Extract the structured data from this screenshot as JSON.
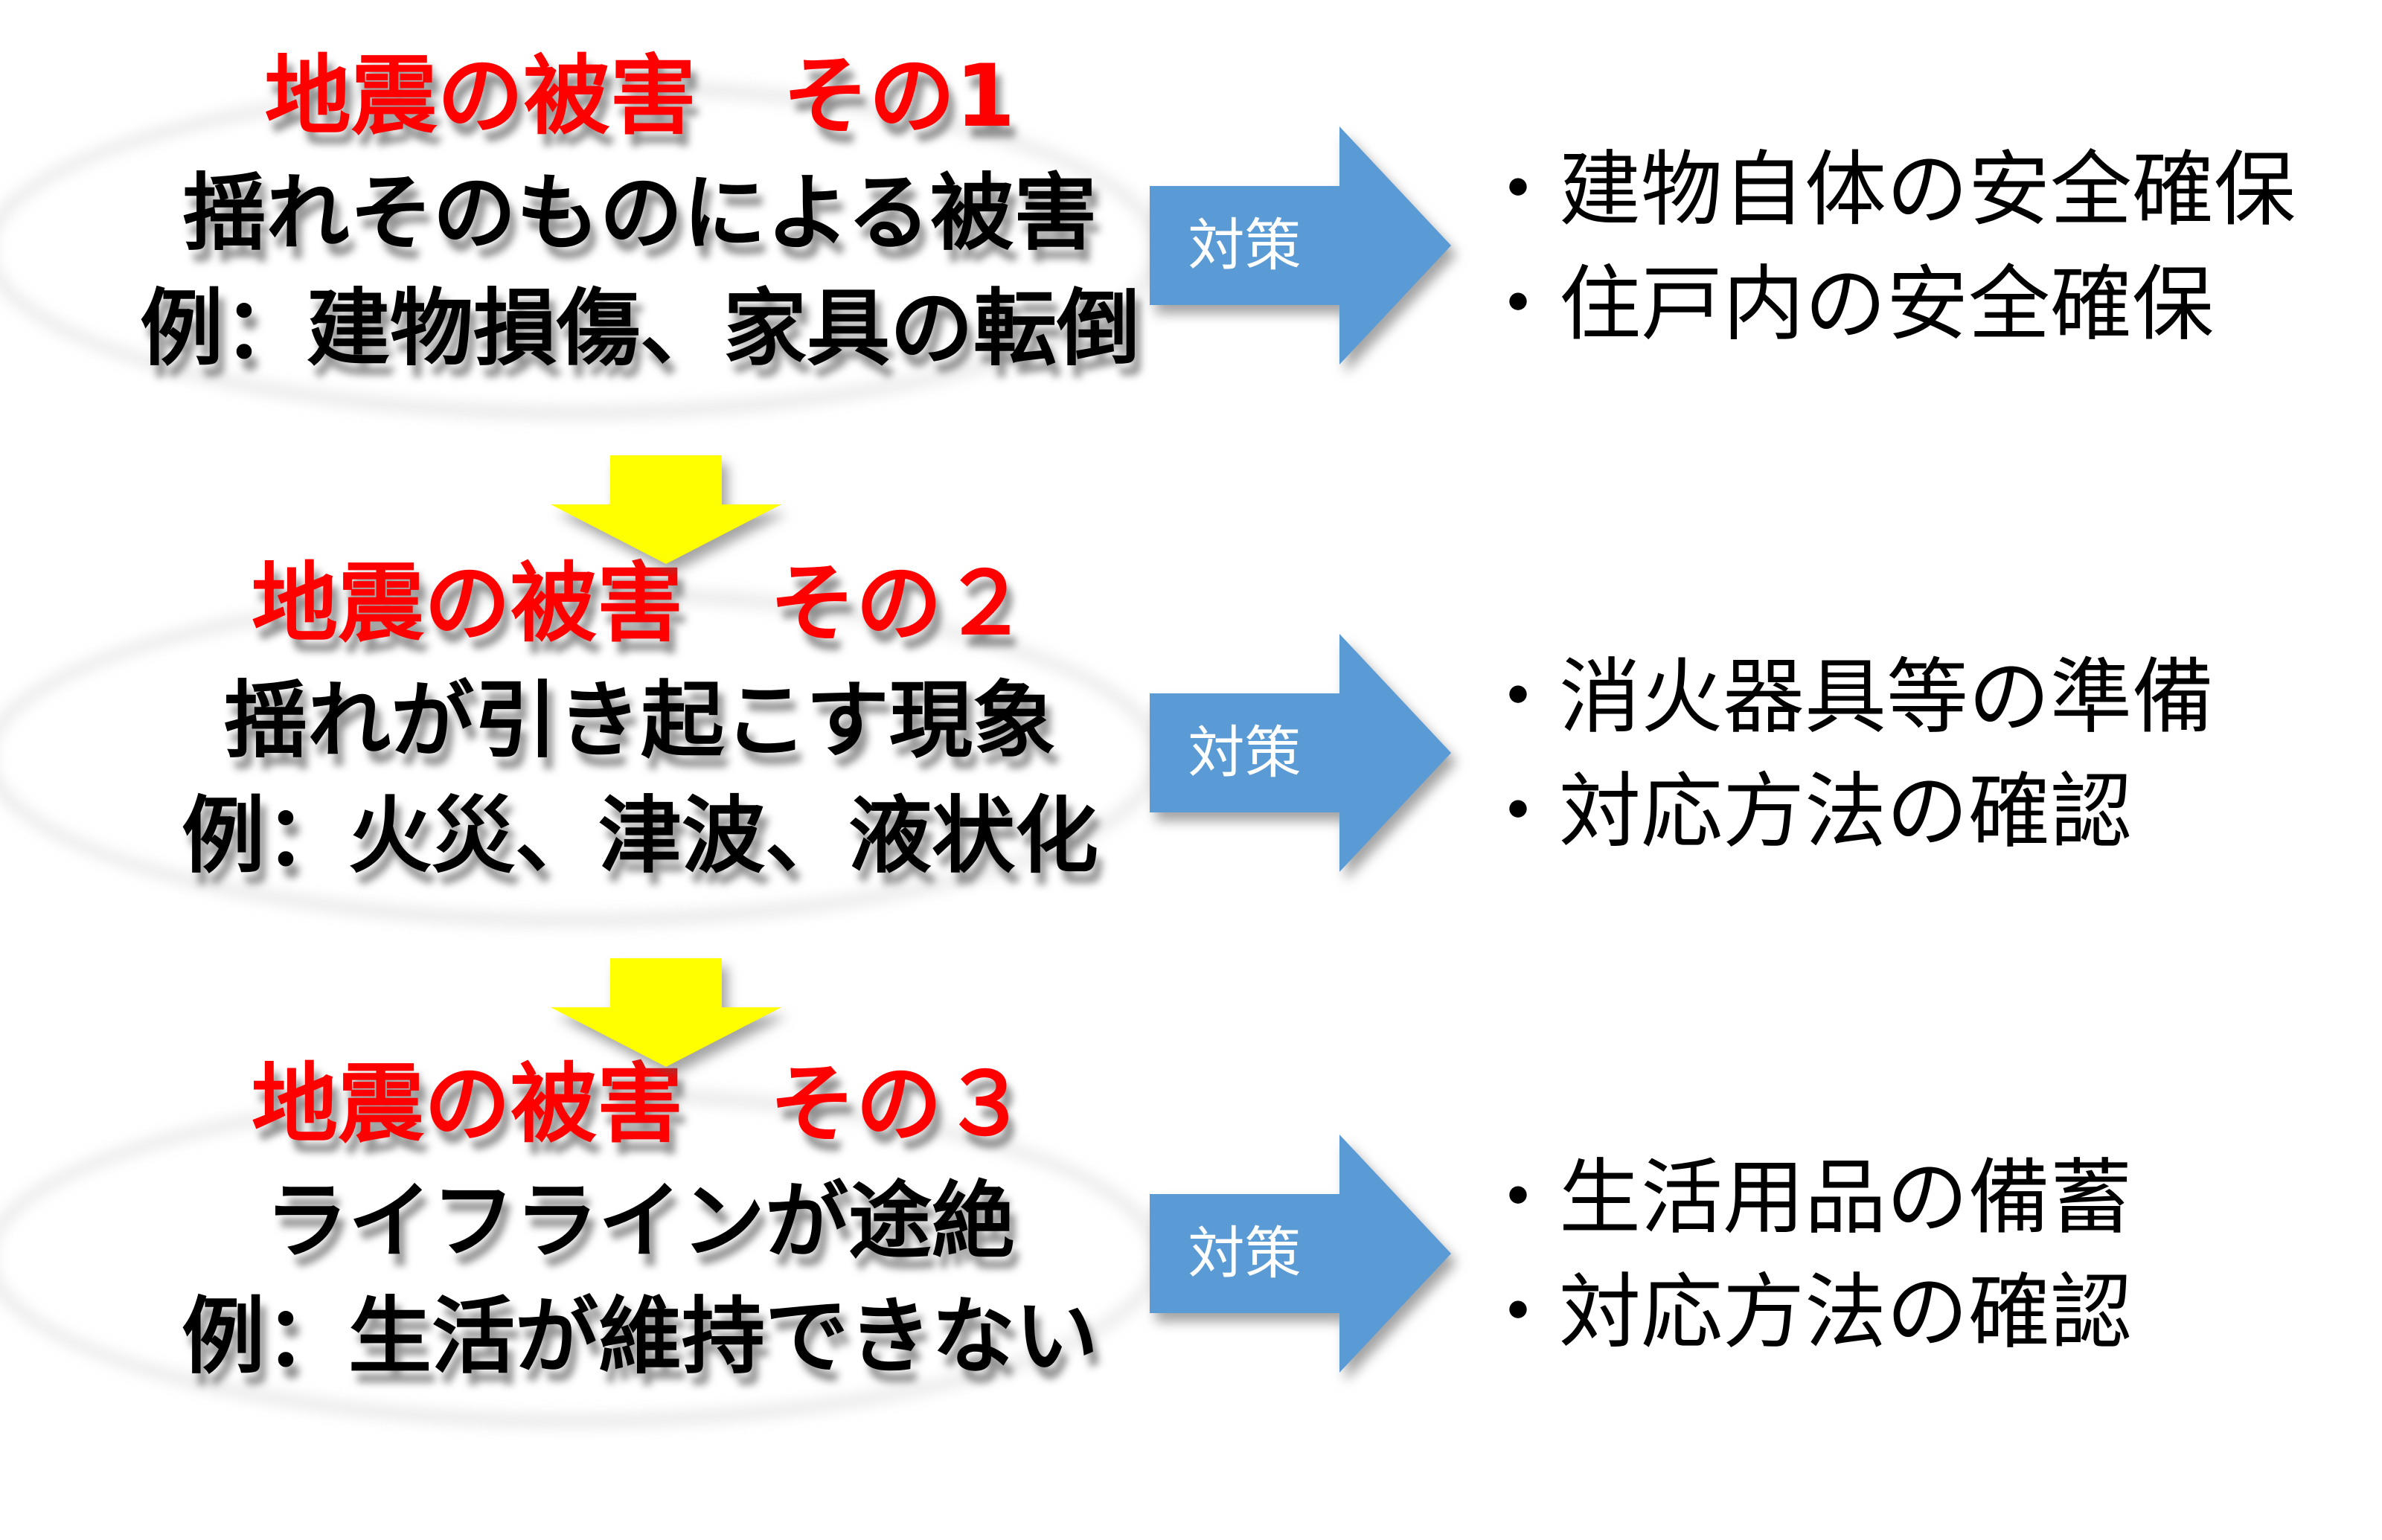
{
  "diagram": {
    "sections": [
      {
        "title": "地震の被害　その1",
        "cause": "揺れそのものによる被害",
        "example": "例：建物損傷、家具の転倒",
        "arrow_label": "対策",
        "bullets": [
          "・建物自体の安全確保",
          "・住戸内の安全確保"
        ]
      },
      {
        "title": "地震の被害　その２",
        "cause": "揺れが引き起こす現象",
        "example": "例：火災、津波、液状化",
        "arrow_label": "対策",
        "bullets": [
          "・消火器具等の準備",
          "・対応方法の確認"
        ]
      },
      {
        "title": "地震の被害　その３",
        "cause": "ライフラインが途絶",
        "example": "例：生活が維持できない",
        "arrow_label": "対策",
        "bullets": [
          "・生活用品の備蓄",
          "・対応方法の確認"
        ]
      }
    ],
    "colors": {
      "title_red": "#FF0000",
      "arrow_blue": "#5B9BD5",
      "arrow_yellow": "#FFFF00",
      "body_text": "#000000"
    }
  }
}
